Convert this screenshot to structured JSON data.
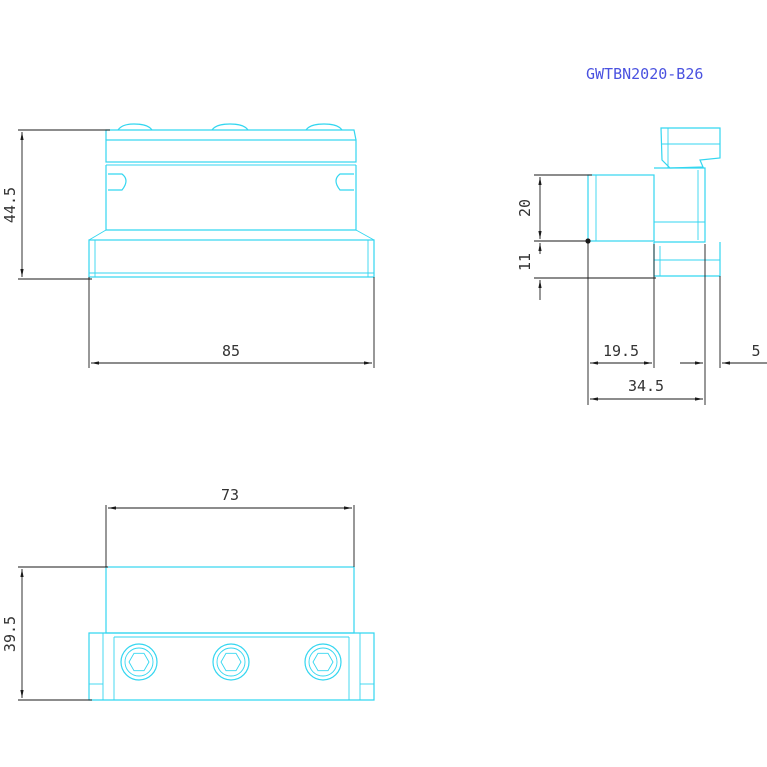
{
  "title": "GWTBN2020-B26",
  "colors": {
    "part_outline": "#33d6f0",
    "dimension": "#1a1a1a",
    "title": "#4a52e0"
  },
  "front_view": {
    "height_label": "44.5",
    "width_label": "85"
  },
  "side_view": {
    "top_label": "20",
    "mid_label": "11",
    "width_a_label": "19.5",
    "width_b_label": "34.5",
    "offset_label": "5"
  },
  "bottom_view": {
    "width_label": "73",
    "height_label": "39.5",
    "bolt_count": 3
  }
}
